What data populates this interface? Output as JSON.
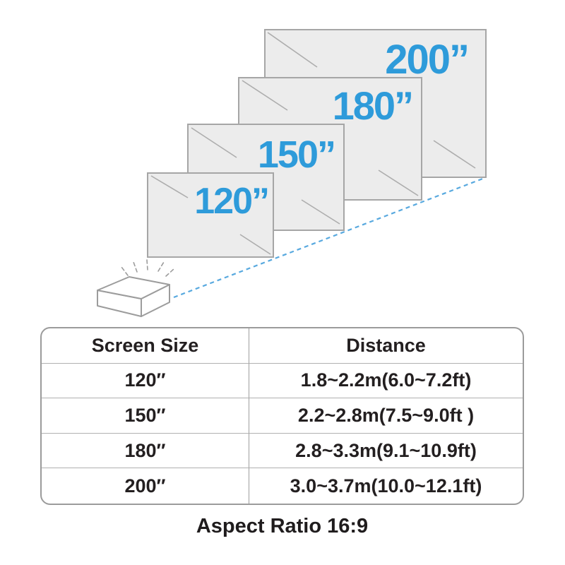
{
  "diagram": {
    "screens": [
      {
        "label": "120”"
      },
      {
        "label": "150”"
      },
      {
        "label": "180”"
      },
      {
        "label": "200”"
      }
    ],
    "projector": {
      "name": "projector"
    }
  },
  "table": {
    "headers": {
      "screen_size": "Screen Size",
      "distance": "Distance"
    },
    "rows": [
      {
        "size": "120″",
        "distance": "1.8~2.2m(6.0~7.2ft)"
      },
      {
        "size": "150″",
        "distance": "2.2~2.8m(7.5~9.0ft )"
      },
      {
        "size": "180″",
        "distance": "2.8~3.3m(9.1~10.9ft)"
      },
      {
        "size": "200″",
        "distance": "3.0~3.7m(10.0~12.1ft)"
      }
    ]
  },
  "caption": "Aspect Ratio 16:9",
  "colors": {
    "accent_blue": "#2E9BDA",
    "beam_blue": "#58A9DF",
    "screen_fill": "#ECECEC",
    "screen_border": "#A6A6A6",
    "diagonal_line": "#ADADAD",
    "projector_outline": "#9C9C9C",
    "table_border": "#9B9B9B",
    "text_dark": "#231F20"
  }
}
